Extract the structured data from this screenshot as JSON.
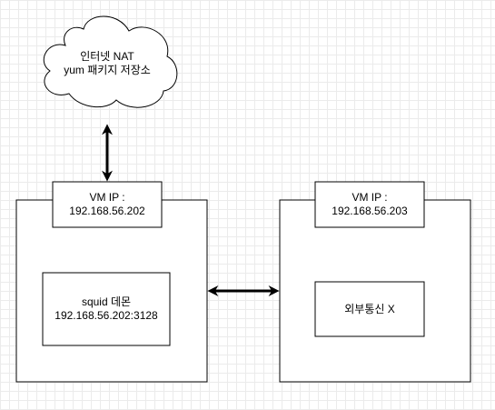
{
  "cloud": {
    "line1": "인터넷 NAT",
    "line2": "yum 패키지 저장소"
  },
  "vm1": {
    "ip_line1": "VM IP :",
    "ip_line2": "192.168.56.202",
    "service_line1": "squid 데몬",
    "service_line2": "192.168.56.202:3128"
  },
  "vm2": {
    "ip_line1": "VM IP :",
    "ip_line2": "192.168.56.203",
    "service_line1": "외부통신 X"
  },
  "colors": {
    "stroke": "#000000",
    "fill": "#ffffff",
    "grid": "#ebebeb"
  }
}
